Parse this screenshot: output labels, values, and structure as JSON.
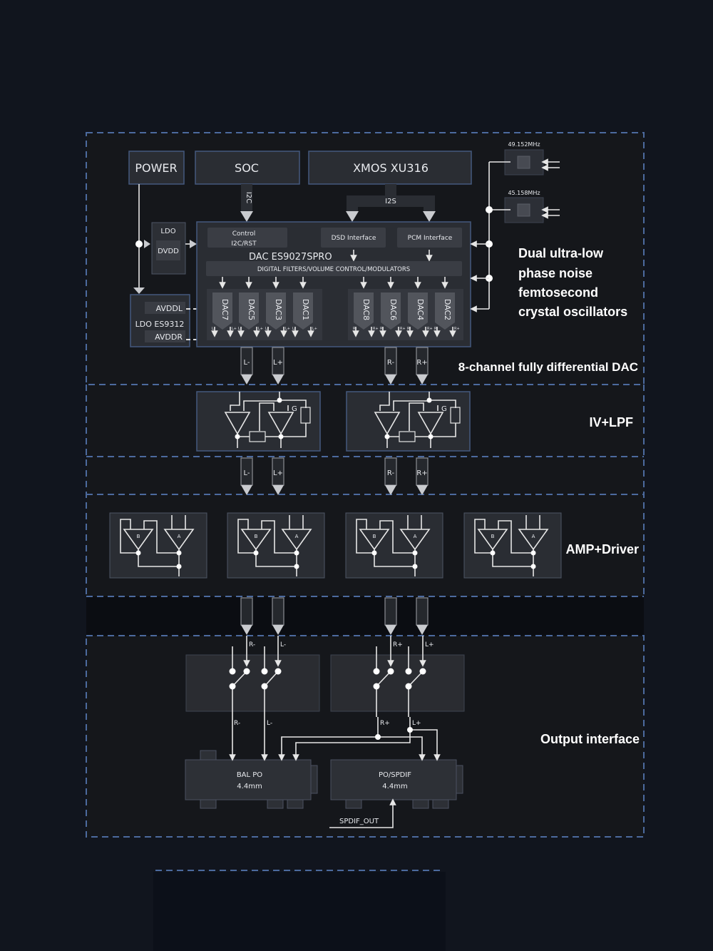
{
  "colors": {
    "background": "#11151e",
    "section_fill": "#15171b",
    "gap_fill": "#0b0d12",
    "section_border": "#4c6a9e",
    "block_fill": "#2a2d33",
    "block_border": "#44597e",
    "text": "#ffffff"
  },
  "top_blocks": {
    "power": "POWER",
    "soc": "SOC",
    "xmos": "XMOS XU316"
  },
  "bus_labels": {
    "i2c": "I2C",
    "i2s": "I2S"
  },
  "ldo_block": {
    "ldo": "LDO",
    "dvdd": "DVDD"
  },
  "ldo_es9312": {
    "avddl": "AVDDL",
    "name": "LDO ES9312",
    "avddr": "AVDDR"
  },
  "dac_chip": {
    "control": "Control",
    "control_sub": "I2C/RST",
    "dsd": "DSD Interface",
    "pcm": "PCM Interface",
    "name": "DAC ES9027SPRO",
    "filters": "DIGITAL FILTERS/VOLUME CONTROL/MODULATORS",
    "left_dacs": [
      "DAC7",
      "DAC5",
      "DAC3",
      "DAC1"
    ],
    "right_dacs": [
      "DAC8",
      "DAC6",
      "DAC4",
      "DAC2"
    ],
    "left_pins": [
      "L-",
      "L+"
    ],
    "right_pins": [
      "R-",
      "R+"
    ]
  },
  "oscillators": [
    "49.152MHz",
    "45.158MHz"
  ],
  "outputs_dac": [
    "L-",
    "L+",
    "R-",
    "R+"
  ],
  "outputs_ivlpf": [
    "L-",
    "L+",
    "R-",
    "R+"
  ],
  "ivlpf_gain_label": "G",
  "amp_labels": {
    "a": "A",
    "b": "B"
  },
  "switch_inputs": [
    "R-",
    "L-",
    "R+",
    "L+"
  ],
  "switch_outputs": [
    "R-",
    "L-",
    "R+",
    "L+"
  ],
  "connectors": [
    {
      "name": "BAL PO",
      "size": "4.4mm"
    },
    {
      "name": "PO/SPDIF",
      "size": "4.4mm"
    }
  ],
  "spdif_label": "SPDIF_OUT",
  "section_labels": {
    "osc": [
      "Dual ultra-low",
      "phase noise",
      "femtosecond",
      "crystal oscillators"
    ],
    "dac": "8-channel fully differential DAC",
    "ivlpf": "IV+LPF",
    "amp": "AMP+Driver",
    "output": "Output interface"
  }
}
